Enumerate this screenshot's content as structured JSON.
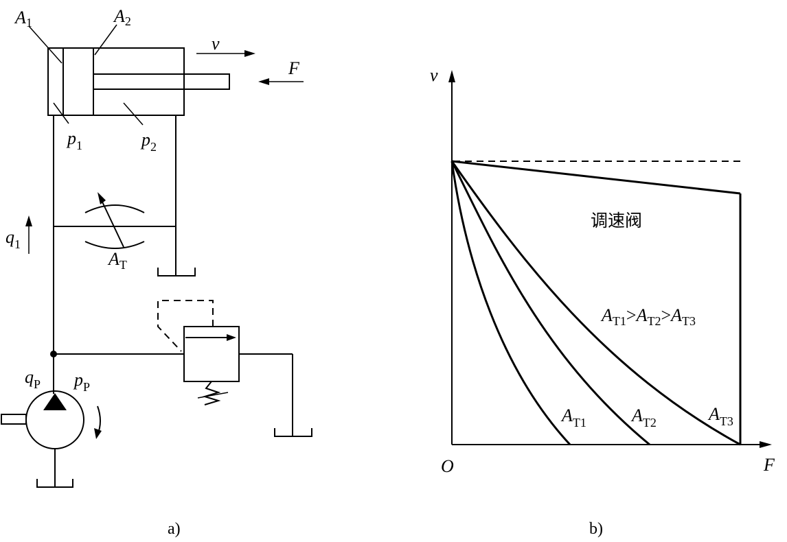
{
  "diagram_a": {
    "caption": "a)",
    "labels": {
      "A": "A",
      "A1_sub": "1",
      "A2_sub": "2",
      "v": "v",
      "F": "F",
      "p": "p",
      "p1_sub": "1",
      "p2_sub": "2",
      "q": "q",
      "q1_sub": "1",
      "AT_sub": "T",
      "qP_sub": "P",
      "pP_sub": "P"
    }
  },
  "diagram_b": {
    "caption": "b)",
    "axis_y": "v",
    "axis_x": "F",
    "origin": "O",
    "region_label": "调速阀",
    "relation": {
      "A": "A",
      "T1": "T1",
      "T2": "T2",
      "T3": "T3",
      "gt": ">"
    },
    "curve_labels": [
      {
        "letter": "A",
        "sub": "T1"
      },
      {
        "letter": "A",
        "sub": "T2"
      },
      {
        "letter": "A",
        "sub": "T3"
      }
    ]
  }
}
